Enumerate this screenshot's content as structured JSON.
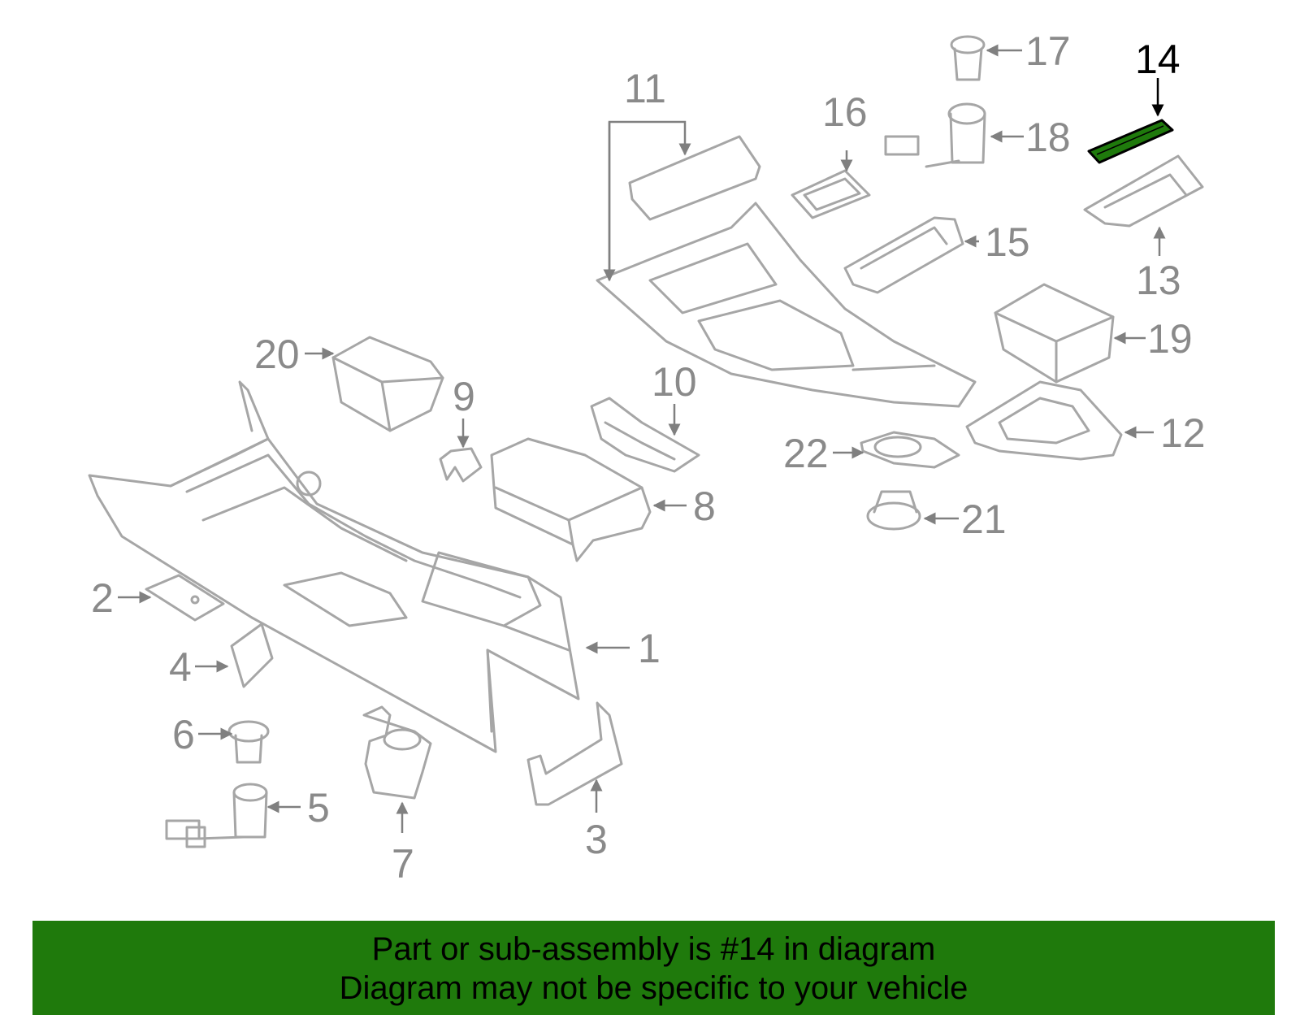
{
  "callouts": [
    "1",
    "2",
    "3",
    "4",
    "5",
    "6",
    "7",
    "8",
    "9",
    "10",
    "11",
    "12",
    "13",
    "14",
    "15",
    "16",
    "17",
    "18",
    "19",
    "20",
    "21",
    "22"
  ],
  "highlighted_part": "14",
  "colors": {
    "banner": "#1f7a0c",
    "highlight_part": "#1f7a0c",
    "part_stroke": "#a6a6a6",
    "label": "#8a8a8a"
  },
  "banner": {
    "line1": "Part or sub-assembly is #14 in diagram",
    "line2": "Diagram may not be specific to your vehicle"
  }
}
